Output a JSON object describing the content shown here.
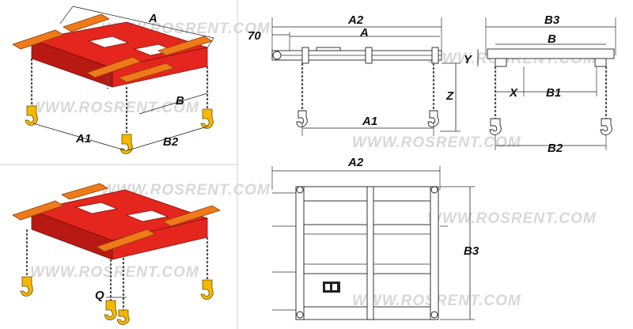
{
  "watermark": "WWW.ROSRENT.COM",
  "iso_top_labels": {
    "a": "A",
    "a1": "A1",
    "b": "B",
    "b2": "B2"
  },
  "iso_bottom_labels": {
    "q": "Q"
  },
  "front_view_labels": {
    "a2": "A2",
    "offset_70": "70",
    "a": "A",
    "a1": "A1",
    "z": "Z"
  },
  "side_view_labels": {
    "b3": "B3",
    "b": "B",
    "y": "Y",
    "x": "X",
    "b1": "B1",
    "b2": "B2"
  },
  "plan_view_labels": {
    "a2": "A2",
    "b3": "B3"
  },
  "colors": {
    "body": "#e5261e",
    "end_caps": "#f07a1a",
    "hooks": "#f5b800",
    "chain": "#555555"
  }
}
